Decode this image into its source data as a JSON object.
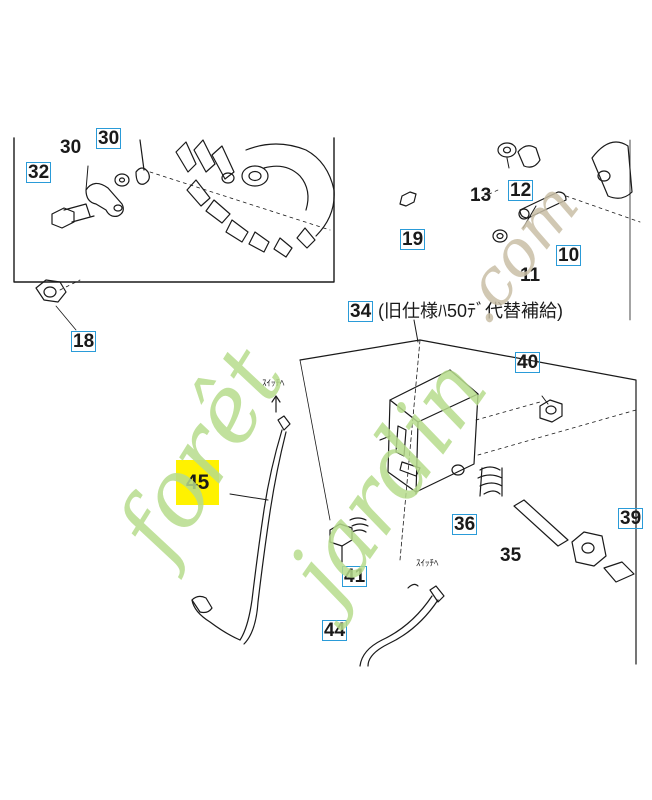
{
  "parts": {
    "p32": "32",
    "p30": "30",
    "p30b": "30",
    "p18": "18",
    "p19": "19",
    "p13": "13",
    "p12": "12",
    "p10": "10",
    "p11": "11",
    "p34": "34",
    "p34_note": "(旧仕様ﾊ50ﾃﾞ代替補給)",
    "p40": "40",
    "p45": "45",
    "p36": "36",
    "p39": "39",
    "p35": "35",
    "p41": "41",
    "p44": "44"
  },
  "wire_notes": {
    "to_switch_1": "ｽｲｯﾁﾍ",
    "to_switch_2": "ｽｲｯﾁﾍ"
  },
  "watermark": {
    "forest": "forêt",
    "jardin": "jardin",
    "com": ".com",
    "green": "#b7dc8c",
    "tan": "#c9bfa6"
  },
  "colors": {
    "highlight": "#fff200",
    "label_border": "#2a9bd8"
  }
}
